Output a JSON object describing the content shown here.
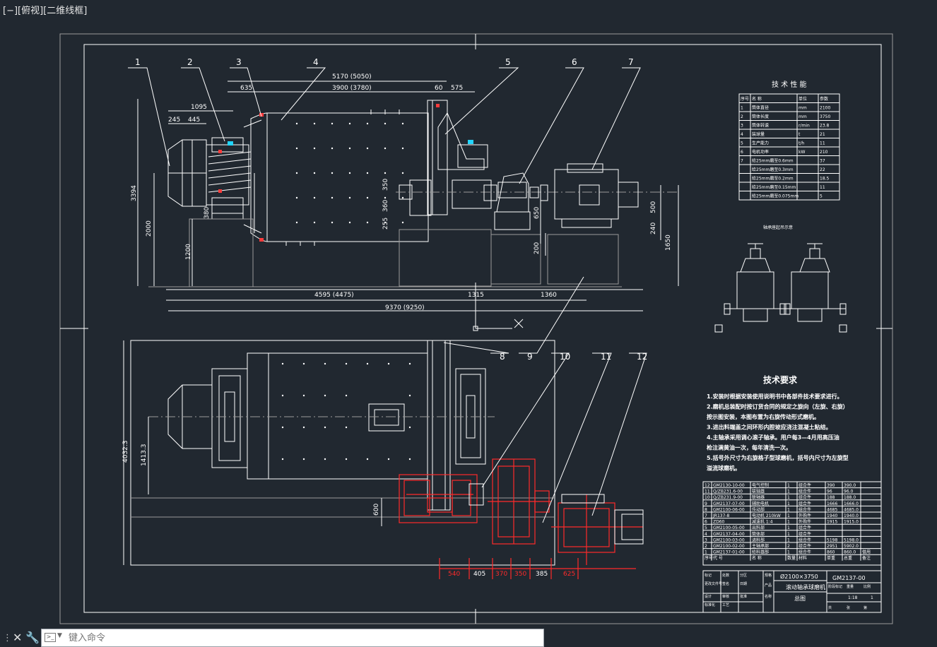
{
  "viewport": {
    "label": "[−][俯视][二维线框]"
  },
  "balloons": [
    "1",
    "2",
    "3",
    "4",
    "5",
    "6",
    "7",
    "8",
    "9",
    "10",
    "11",
    "12"
  ],
  "dimensions": {
    "top": [
      "5170 (5050)",
      "3900 (3780)",
      "635",
      "60",
      "575",
      "1095",
      "245",
      "445"
    ],
    "left": [
      "3394",
      "2000",
      "1200",
      "350",
      "360",
      "255",
      "380"
    ],
    "right": [
      "650",
      "200",
      "500",
      "240",
      "1650"
    ],
    "bottom": [
      "4595 (4475)",
      "1315",
      "1360",
      "9370 (9250)"
    ],
    "plan": [
      "4032.3",
      "1413.3",
      "600",
      "540",
      "405",
      "370",
      "350",
      "385",
      "625"
    ]
  },
  "spec_table": {
    "title": "技 术 性 能",
    "header": [
      "序号",
      "名    称",
      "单位",
      "参数"
    ],
    "rows": [
      [
        "1",
        "筒体直径",
        "mm",
        "2100"
      ],
      [
        "2",
        "筒体长度",
        "mm",
        "3750"
      ],
      [
        "3",
        "筒体转速",
        "r/min",
        "23.8"
      ],
      [
        "4",
        "装球量",
        "t",
        "21"
      ],
      [
        "5",
        "生产能力",
        "t/h",
        "11"
      ],
      [
        "6",
        "电机功率",
        "kW",
        "210"
      ],
      [
        "7",
        "给25mm磨至0.6mm",
        "",
        "37"
      ],
      [
        "",
        "给25mm磨至0.3mm",
        "",
        "22"
      ],
      [
        "",
        "给25mm磨至0.2mm",
        "",
        "18.5"
      ],
      [
        "",
        "给25mm磨至0.15mm",
        "",
        "11"
      ],
      [
        "",
        "给25mm磨至0.075mm",
        "",
        "5"
      ]
    ]
  },
  "lift_note": "轴承座起吊示意",
  "tech_req": {
    "title": "技术要求",
    "lines": [
      "1.安装时根据安装使用说明书中各部件技术要求进行。",
      "2.磨机总装配时按订货合同的规定之旋向（左旋、右旋）",
      "   按示图安装，本图布置为右旋传动形式磨机。",
      "3.进出料端盖之间环形内腔坡应浇注混凝土粘结。",
      "4.主轴承采用调心滚子轴承。用户每3—4月用高压油",
      "   枪注满黄油一次，每年清洗一次。",
      "5.括号外尺寸为右旋格子型球磨机，括号内尺寸为左旋型",
      "   溢流球磨机。"
    ]
  },
  "bom": {
    "rows": [
      [
        "12",
        "GM2130-10-00",
        "电气控制",
        "1",
        "组合件",
        "390",
        "390.0"
      ],
      [
        "11",
        "Q/ZB231.6-00",
        "联轴器",
        "1",
        "组合件",
        "96",
        "96.0"
      ],
      [
        "10",
        "Q/ZB231.9-00",
        "联轴器",
        "1",
        "组合件",
        "188",
        "188.0"
      ],
      [
        "9",
        "GM2137-07-00",
        "辅助电机",
        "1",
        "组合件",
        "1666",
        "1666.0"
      ],
      [
        "8",
        "GM2100-06-00",
        "传动部",
        "1",
        "组合件",
        "4685",
        "4685.0"
      ],
      [
        "7",
        "JR137-8",
        "电动机 210kW",
        "1",
        "外购件",
        "1940",
        "1940.0"
      ],
      [
        "6",
        "ZD60",
        "减速机  1:4",
        "1",
        "外购件",
        "1915",
        "1915.0"
      ],
      [
        "5",
        "GM2100-05-00",
        "出料部",
        "1",
        "组合件",
        "",
        ""
      ],
      [
        "4",
        "GM2137-04-00",
        "筒体部",
        "1",
        "组合件",
        "",
        ""
      ],
      [
        "3",
        "GM2100-03-00",
        "进料部",
        "1",
        "组合件",
        "5198",
        "5198.0"
      ],
      [
        "2",
        "GM2100-02-00",
        "主轴承部",
        "2",
        "组合件",
        "2951",
        "5902.0"
      ],
      [
        "1",
        "GM2137-01-00",
        "给料器部",
        "1",
        "组合件",
        "860",
        "860.0"
      ]
    ],
    "header": [
      "序号",
      "代    号",
      "名    称",
      "数量",
      "材料",
      "单重",
      "总重",
      "备注"
    ],
    "footnote": "借用"
  },
  "title_block": {
    "spec": "Ø2100×3750",
    "drawing_no": "GM2137-00",
    "product": "滚动轴承球磨机",
    "sheet": "总图",
    "scale": "1:18",
    "sheet_count": "1",
    "labels": [
      "标记",
      "处数",
      "分区",
      "更改文件号",
      "签名",
      "日期",
      "设计",
      "标准化",
      "审核",
      "工艺",
      "批准",
      "阶段标记",
      "重量",
      "比例",
      "共",
      "张",
      "第",
      "规格",
      "产品",
      "名称"
    ]
  },
  "command_line": {
    "placeholder": "键入命令",
    "prompt_icon": "command-prompt-icon",
    "close_icon": "close-icon",
    "settings_icon": "wrench-icon"
  }
}
